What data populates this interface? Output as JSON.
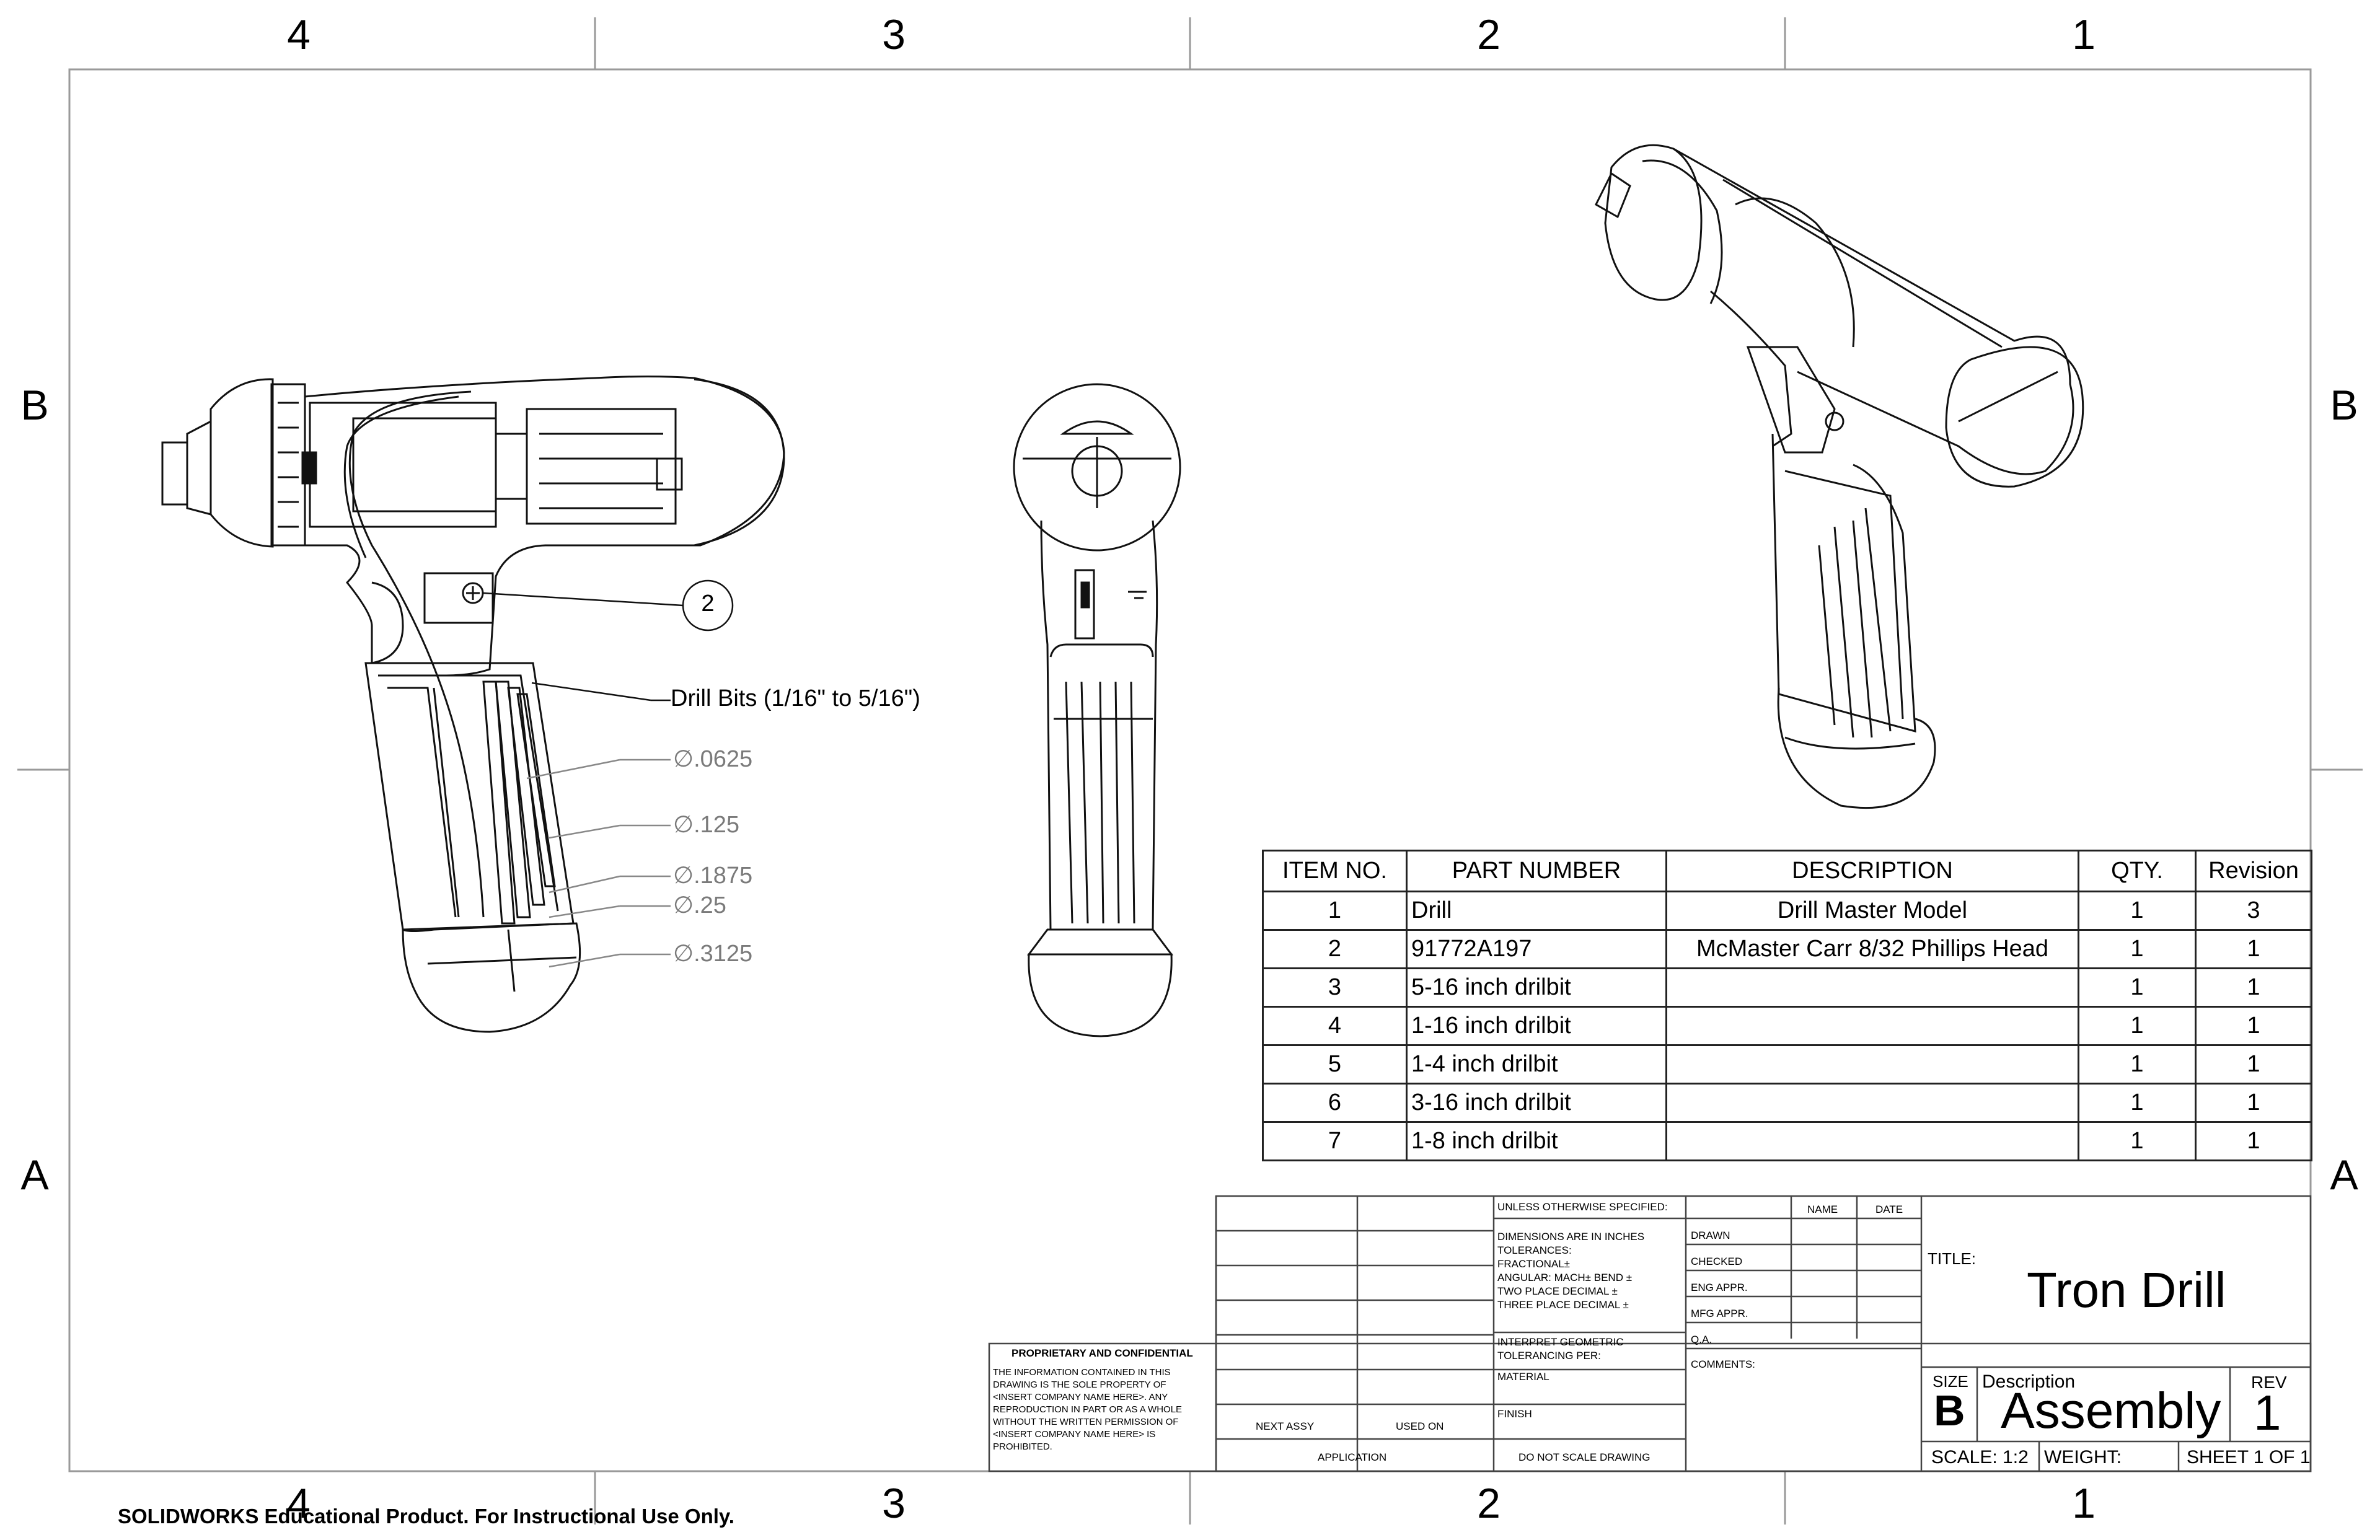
{
  "zones": {
    "columns": [
      "4",
      "3",
      "2",
      "1"
    ],
    "rows": [
      "B",
      "A"
    ]
  },
  "callouts": {
    "balloon_2": "2",
    "drill_bits": "Drill Bits (1/16\" to 5/16\")",
    "dims": [
      "∅.0625",
      "∅.125",
      "∅.1875",
      "∅.25",
      "∅.3125"
    ]
  },
  "bom": {
    "headers": [
      "ITEM NO.",
      "PART NUMBER",
      "DESCRIPTION",
      "QTY.",
      "Revision"
    ],
    "rows": [
      [
        "1",
        "Drill",
        "Drill Master Model",
        "1",
        "3"
      ],
      [
        "2",
        "91772A197",
        "McMaster Carr 8/32 Phillips Head",
        "1",
        "1"
      ],
      [
        "3",
        "5-16 inch drilbit",
        "",
        "1",
        "1"
      ],
      [
        "4",
        "1-16 inch drilbit",
        "",
        "1",
        "1"
      ],
      [
        "5",
        "1-4 inch drilbit",
        "",
        "1",
        "1"
      ],
      [
        "6",
        "3-16 inch drilbit",
        "",
        "1",
        "1"
      ],
      [
        "7",
        "1-8 inch drilbit",
        "",
        "1",
        "1"
      ]
    ]
  },
  "title_block": {
    "unless": "UNLESS OTHERWISE SPECIFIED:",
    "name": "NAME",
    "date": "DATE",
    "drawn": "DRAWN",
    "checked": "CHECKED",
    "eng_appr": "ENG APPR.",
    "mfg_appr": "MFG APPR.",
    "qa": "Q.A.",
    "comments": "COMMENTS:",
    "dims_in": "DIMENSIONS ARE IN INCHES",
    "tolerances": "TOLERANCES:",
    "fractional": "FRACTIONAL±",
    "angular": "ANGULAR: MACH±    BEND ±",
    "two_place": "TWO PLACE DECIMAL    ±",
    "three_place": "THREE PLACE DECIMAL  ±",
    "interpret": "INTERPRET GEOMETRIC",
    "tolerancing": "TOLERANCING PER:",
    "material": "MATERIAL",
    "finish": "FINISH",
    "next_assy": "NEXT ASSY",
    "used_on": "USED ON",
    "application": "APPLICATION",
    "do_not_scale": "DO NOT SCALE DRAWING",
    "proprietary": "PROPRIETARY AND CONFIDENTIAL",
    "prop_lines": [
      "THE INFORMATION CONTAINED IN THIS",
      "DRAWING IS THE SOLE PROPERTY OF",
      "<INSERT COMPANY NAME HERE>.  ANY",
      "REPRODUCTION IN PART OR AS A WHOLE",
      "WITHOUT THE WRITTEN PERMISSION OF",
      "<INSERT COMPANY NAME HERE> IS",
      "PROHIBITED."
    ],
    "title_label": "TITLE:",
    "title": "Tron Drill",
    "size_label": "SIZE",
    "size": "B",
    "description_label": "Description",
    "description": "Assembly",
    "rev_label": "REV",
    "rev": "1",
    "scale": "SCALE: 1:2",
    "weight": "WEIGHT:",
    "sheet": "SHEET 1 OF 1"
  },
  "footer": "SOLIDWORKS Educational Product. For Instructional Use Only."
}
